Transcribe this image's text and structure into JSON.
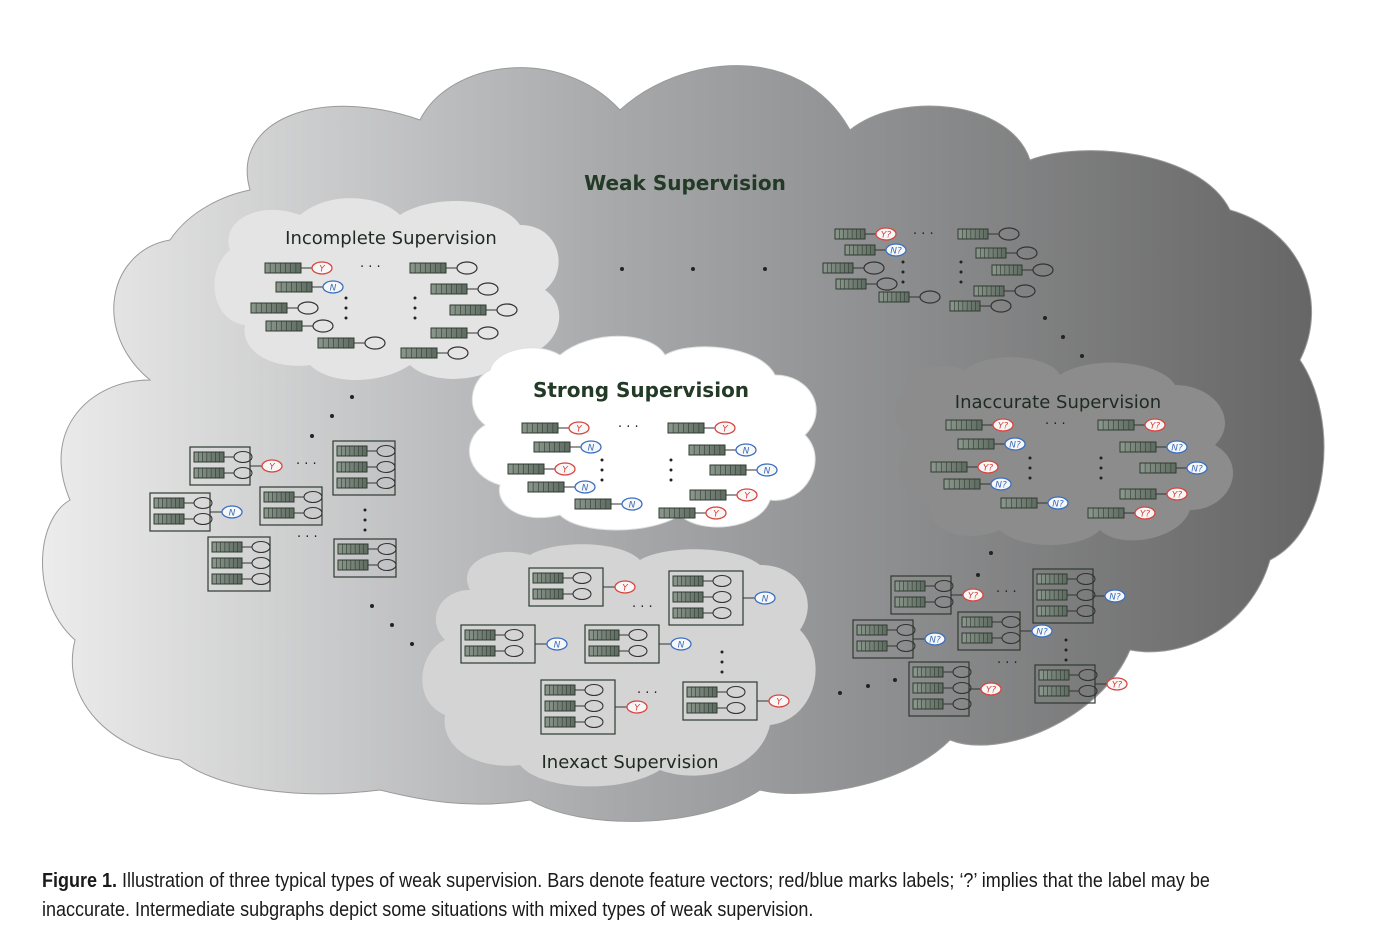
{
  "figure": {
    "weak_title": "Weak  Supervision",
    "strong_title": "Strong Supervision",
    "incomplete_title": "Incomplete  Supervision",
    "inaccurate_title": "Inaccurate  Supervision",
    "inexact_title": "Inexact Supervision"
  },
  "labels": {
    "positive": "Y",
    "negative": "N",
    "positive_uncertain": "Y?",
    "negative_uncertain": "N?",
    "ellipsis": "· · ·"
  },
  "colors": {
    "positive": "#d8453e",
    "negative": "#3b6fc0",
    "bar_fill": "#6f7d70",
    "bar_stroke": "#2f3b31",
    "weak_gradient_start": "#e8e8e8",
    "weak_gradient_end": "#6b6b6b"
  },
  "caption": {
    "label": "Figure 1.",
    "text": " Illustration of three typical types of weak supervision. Bars denote feature vectors; red/blue marks labels; ‘?’ implies that the label may be inaccurate. Intermediate subgraphs depict some situations with mixed types of weak supervision."
  }
}
